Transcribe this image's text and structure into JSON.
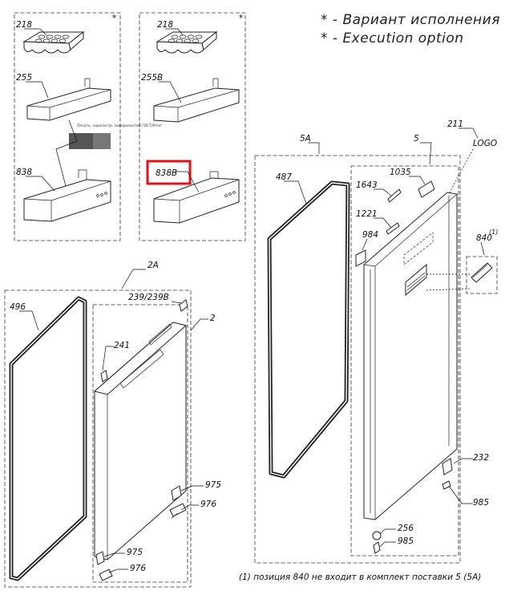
{
  "legend": {
    "line1": "*  - Вариант исполнения",
    "line2": "*  - Execution option"
  },
  "footnote": "(1) позиция 840 не входит в комплект поставки 5 (5A)",
  "panel_star": "*",
  "sticker_text": "Печать, зарегистр. поверхностей ГОСТ/Print",
  "highlight_color": "#e0121b",
  "labels": {
    "p218a": "218",
    "p255": "255",
    "p838": "838",
    "p218b": "218",
    "p255b": "255B",
    "p838b": "838B",
    "p5a": "5A",
    "p5": "5",
    "p211": "211",
    "logo": "LOGO",
    "p487": "487",
    "p1643": "1643",
    "p1035": "1035",
    "p1221": "1221",
    "p984": "984",
    "p840": "840",
    "p840sup": "(1)",
    "p232": "232",
    "p985a": "985",
    "p256": "256",
    "p985b": "985",
    "p2a": "2A",
    "p496": "496",
    "p239": "239/239B",
    "p2": "2",
    "p241": "241",
    "p975a": "975",
    "p976a": "976",
    "p975b": "975",
    "p976b": "976"
  }
}
